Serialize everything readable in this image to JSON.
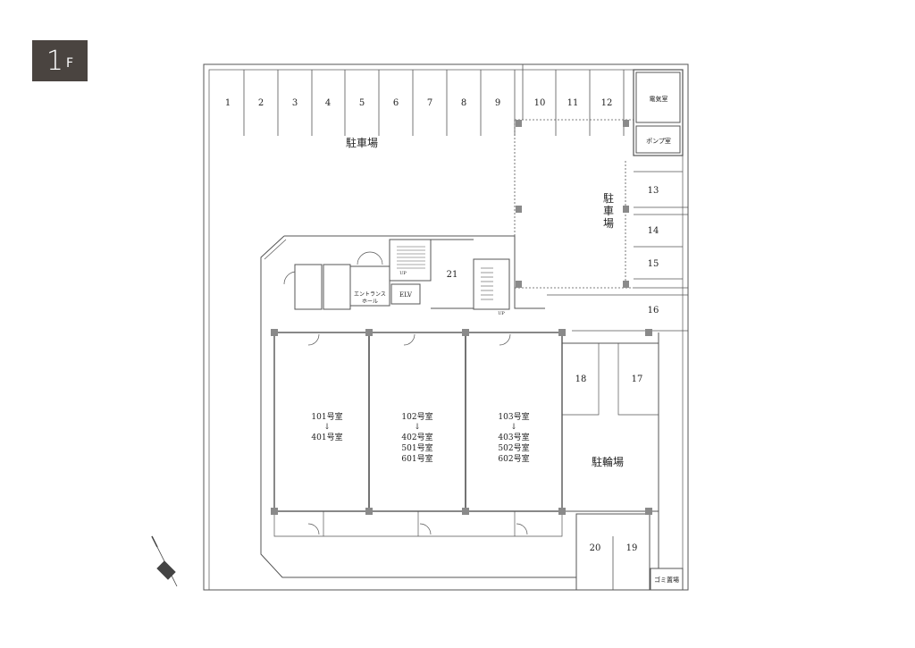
{
  "floor": {
    "number": "1",
    "suffix": "F"
  },
  "parking_spaces": {
    "top_row": [
      "1",
      "2",
      "3",
      "4",
      "5",
      "6",
      "7",
      "8",
      "9",
      "10",
      "11",
      "12"
    ],
    "right": [
      "13",
      "14",
      "15",
      "16"
    ],
    "lower": [
      "17",
      "18",
      "19",
      "20"
    ],
    "annex": "21"
  },
  "labels": {
    "parking": "駐車場",
    "parking_vertical": [
      "駐",
      "車",
      "場"
    ],
    "bicycle_parking": "駐輪場",
    "electrical_room": "電気室",
    "pump_room": "ポンプ室",
    "garbage": "ゴミ置場",
    "entrance_hall": [
      "エントランス",
      "ホール"
    ],
    "elevator": "ELV",
    "up": "UP"
  },
  "units": [
    {
      "lines": [
        "101号室",
        "↓",
        "401号室"
      ]
    },
    {
      "lines": [
        "102号室",
        "↓",
        "402号室",
        "501号室",
        "601号室"
      ]
    },
    {
      "lines": [
        "103号室",
        "↓",
        "403号室",
        "502号室",
        "602号室"
      ]
    }
  ],
  "colors": {
    "badge": "#4a4440",
    "line": "#555555",
    "column": "#8a8a8a"
  }
}
